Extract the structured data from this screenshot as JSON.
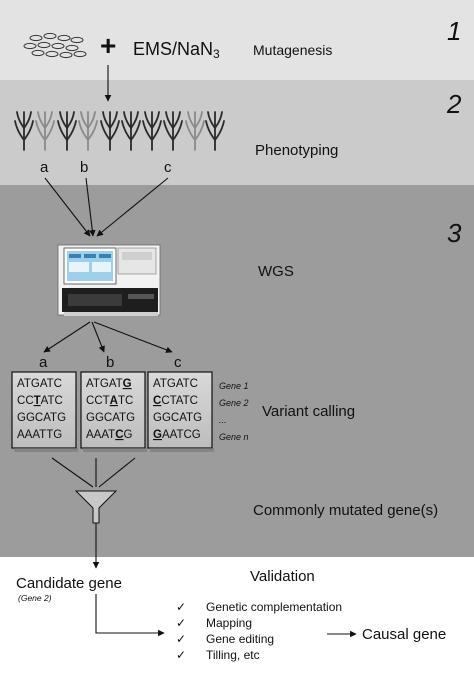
{
  "steps": [
    {
      "number": "1",
      "label": "Mutagenesis"
    },
    {
      "number": "2",
      "label": "Phenotyping"
    },
    {
      "number": "3",
      "label": "WGS"
    }
  ],
  "mutagen": {
    "plus": "+",
    "name": "EMS/NaN",
    "subscript": "3"
  },
  "samples": [
    "a",
    "b",
    "c"
  ],
  "variant_calling": {
    "label": "Variant calling",
    "columns": [
      {
        "sample": "a",
        "rows": [
          "ATGATC",
          "CCTATC",
          "GGCATG",
          "AAATTG"
        ],
        "mutated": [
          null,
          2,
          null,
          null
        ]
      },
      {
        "sample": "b",
        "rows": [
          "ATGATG",
          "CCTATC",
          "GGCATG",
          "AAATCG"
        ],
        "mutated": [
          5,
          3,
          null,
          4
        ]
      },
      {
        "sample": "c",
        "rows": [
          "ATGATC",
          "CCTATC",
          "GGCATG",
          "GAATCG"
        ],
        "mutated": [
          null,
          0,
          null,
          0
        ]
      }
    ],
    "gene_labels": [
      "Gene 1",
      "Gene 2",
      "...",
      "Gene n"
    ]
  },
  "common": {
    "label": "Commonly mutated gene(s)"
  },
  "validation": {
    "title": "Validation",
    "candidate": "Candidate gene",
    "candidate_note": "(Gene 2)",
    "methods": [
      "Genetic complementation",
      "Mapping",
      "Gene editing",
      "Tilling, etc"
    ],
    "check_mark": "✓",
    "result": "Causal gene"
  },
  "colors": {
    "band1": "#e3e3e3",
    "band2": "#cbcbcb",
    "band3": "#9c9c9c",
    "plant_dark": "#2a2a2a",
    "plant_light": "#8a8a8a"
  }
}
